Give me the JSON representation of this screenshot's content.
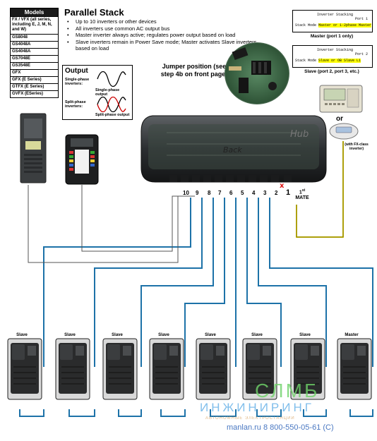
{
  "models": {
    "header": "Models",
    "rows": [
      "FX / VFX (all series, including E, J, M, N, and W)",
      "GS8048",
      "GS4048A",
      "GS4048A",
      "GS7048E",
      "GS3548E",
      "GFX",
      "GFX (E Series)",
      "GTFX (E Series)",
      "GVFX (ESeries)"
    ]
  },
  "title": "Parallel Stack",
  "bullets": [
    "Up to 10 inverters or other devices",
    "All inverters use common AC output bus",
    "Master inverter always active; regulates power output based on load",
    "Slave inverters remain in Power Save mode; Master activates Slave inverters based on load"
  ],
  "output": {
    "title": "Output",
    "single_label": "Single-phase inverters:",
    "single_caption": "Single-phase output",
    "split_label": "Split-phase inverters:",
    "split_caption": "Split-phase output"
  },
  "jumper": "Jumper position (see step 4b on front page)",
  "screen_master": {
    "title": "Inverter Stacking",
    "port": "Port 1",
    "mode_label": "Stack Mode",
    "mode_value": "Master or 1-2phase Master",
    "caption": "Master (port 1 only)"
  },
  "screen_slave": {
    "title": "Inverter Stacking",
    "port": "Port 2",
    "mode_label": "Stack Mode",
    "mode_value": "Slave or OB Slave L1",
    "caption": "Slave (port 2, port 3, etc.)"
  },
  "hub_brand": "Hub",
  "hub_logo": "Back",
  "ports": [
    "10",
    "9",
    "8",
    "7",
    "6",
    "5",
    "4",
    "3",
    "2",
    "1"
  ],
  "mate": {
    "label": "1st MATE",
    "sup": "st",
    "base": "1",
    "word": "MATE"
  },
  "or_label": "or",
  "fx_note": "(with FX-class inverter)",
  "inverters": [
    "Slave",
    "Slave",
    "Slave",
    "Slave",
    "Slave",
    "Slave",
    "Slave",
    "Master"
  ],
  "watermark": {
    "logo": "СЛМБ",
    "company": "ИНЖИНИРИНГ",
    "tagline": "АВТОНОМНЫЕ ЭЛЕКТРОСТАНЦИИ",
    "contact": "manlan.ru  8 800-550-05-61 (C)"
  },
  "colors": {
    "cable": "#1d72a8",
    "mate_cable": "#d6c400",
    "highlight": "#ffff00",
    "hub": "#2b2e31",
    "watermark_green": "#6fd36a",
    "watermark_blue": "#6ab3e8"
  }
}
